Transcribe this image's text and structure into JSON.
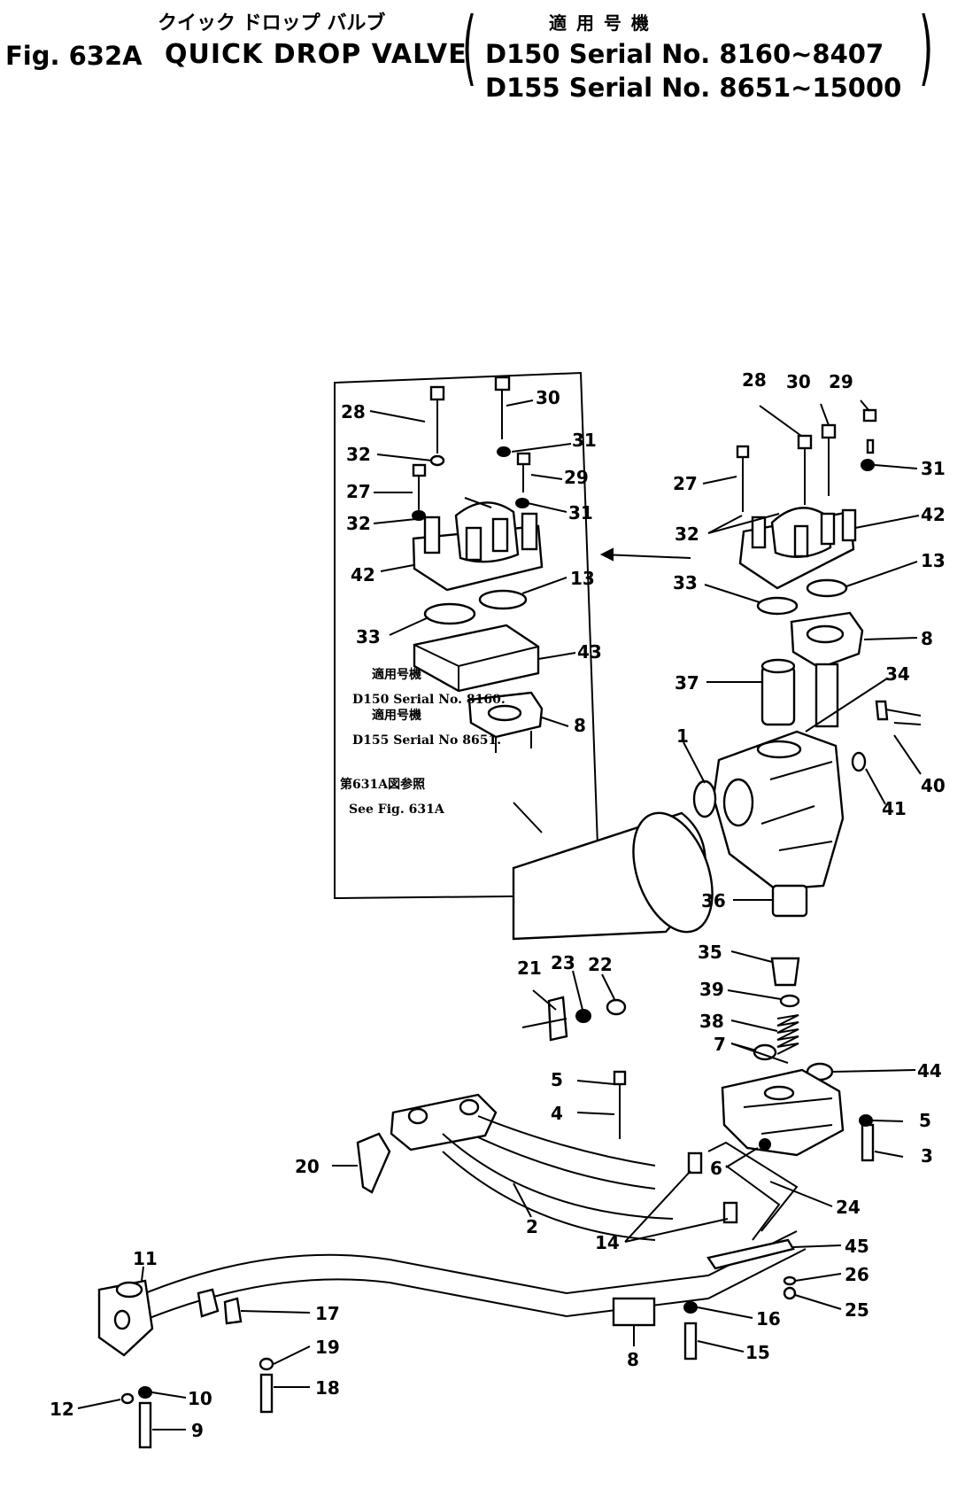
{
  "header": {
    "jp_title": "クイック ドロップ バルブ",
    "jp_applicable": "適 用 号 機",
    "fig_no": "Fig. 632A",
    "title": "QUICK DROP VALVE",
    "serial_line_1": "D150 Serial No. 8160~8407",
    "serial_line_2": "D155 Serial No. 8651~15000"
  },
  "inset": {
    "note_jp_1": "適用号機",
    "note_1": "D150 Serial No. 8160.",
    "note_jp_2": "適用号機",
    "note_2": "D155 Serial No 8651."
  },
  "reference": {
    "jp": "第631A図参照",
    "en": "See Fig. 631A"
  },
  "callouts": [
    {
      "id": "inset-28",
      "text": "28"
    },
    {
      "id": "inset-30",
      "text": "30"
    },
    {
      "id": "inset-32a",
      "text": "32"
    },
    {
      "id": "inset-31a",
      "text": "31"
    },
    {
      "id": "inset-27",
      "text": "27"
    },
    {
      "id": "inset-29",
      "text": "29"
    },
    {
      "id": "inset-32b",
      "text": "32"
    },
    {
      "id": "inset-31b",
      "text": "31"
    },
    {
      "id": "inset-42",
      "text": "42"
    },
    {
      "id": "inset-13",
      "text": "13"
    },
    {
      "id": "inset-33",
      "text": "33"
    },
    {
      "id": "inset-43",
      "text": "43"
    },
    {
      "id": "inset-8",
      "text": "8"
    },
    {
      "id": "main-28",
      "text": "28"
    },
    {
      "id": "main-30",
      "text": "30"
    },
    {
      "id": "main-29",
      "text": "29"
    },
    {
      "id": "main-31",
      "text": "31"
    },
    {
      "id": "main-27",
      "text": "27"
    },
    {
      "id": "main-32",
      "text": "32"
    },
    {
      "id": "main-42",
      "text": "42"
    },
    {
      "id": "main-33",
      "text": "33"
    },
    {
      "id": "main-13",
      "text": "13"
    },
    {
      "id": "main-8a",
      "text": "8"
    },
    {
      "id": "main-37",
      "text": "37"
    },
    {
      "id": "main-34",
      "text": "34"
    },
    {
      "id": "main-1",
      "text": "1"
    },
    {
      "id": "main-40",
      "text": "40"
    },
    {
      "id": "main-41",
      "text": "41"
    },
    {
      "id": "main-36",
      "text": "36"
    },
    {
      "id": "main-35",
      "text": "35"
    },
    {
      "id": "main-23",
      "text": "23"
    },
    {
      "id": "main-22",
      "text": "22"
    },
    {
      "id": "main-21",
      "text": "21"
    },
    {
      "id": "main-39",
      "text": "39"
    },
    {
      "id": "main-38",
      "text": "38"
    },
    {
      "id": "main-7",
      "text": "7"
    },
    {
      "id": "main-44",
      "text": "44"
    },
    {
      "id": "main-5a",
      "text": "5"
    },
    {
      "id": "main-5b",
      "text": "5"
    },
    {
      "id": "main-4",
      "text": "4"
    },
    {
      "id": "main-3",
      "text": "3"
    },
    {
      "id": "main-6",
      "text": "6"
    },
    {
      "id": "main-20",
      "text": "20"
    },
    {
      "id": "main-24",
      "text": "24"
    },
    {
      "id": "main-2",
      "text": "2"
    },
    {
      "id": "main-14",
      "text": "14"
    },
    {
      "id": "main-45",
      "text": "45"
    },
    {
      "id": "main-26",
      "text": "26"
    },
    {
      "id": "main-25",
      "text": "25"
    },
    {
      "id": "main-11",
      "text": "11"
    },
    {
      "id": "main-17",
      "text": "17"
    },
    {
      "id": "main-16",
      "text": "16"
    },
    {
      "id": "main-19",
      "text": "19"
    },
    {
      "id": "main-8b",
      "text": "8"
    },
    {
      "id": "main-15",
      "text": "15"
    },
    {
      "id": "main-18",
      "text": "18"
    },
    {
      "id": "main-12",
      "text": "12"
    },
    {
      "id": "main-10",
      "text": "10"
    },
    {
      "id": "main-9",
      "text": "9"
    }
  ]
}
